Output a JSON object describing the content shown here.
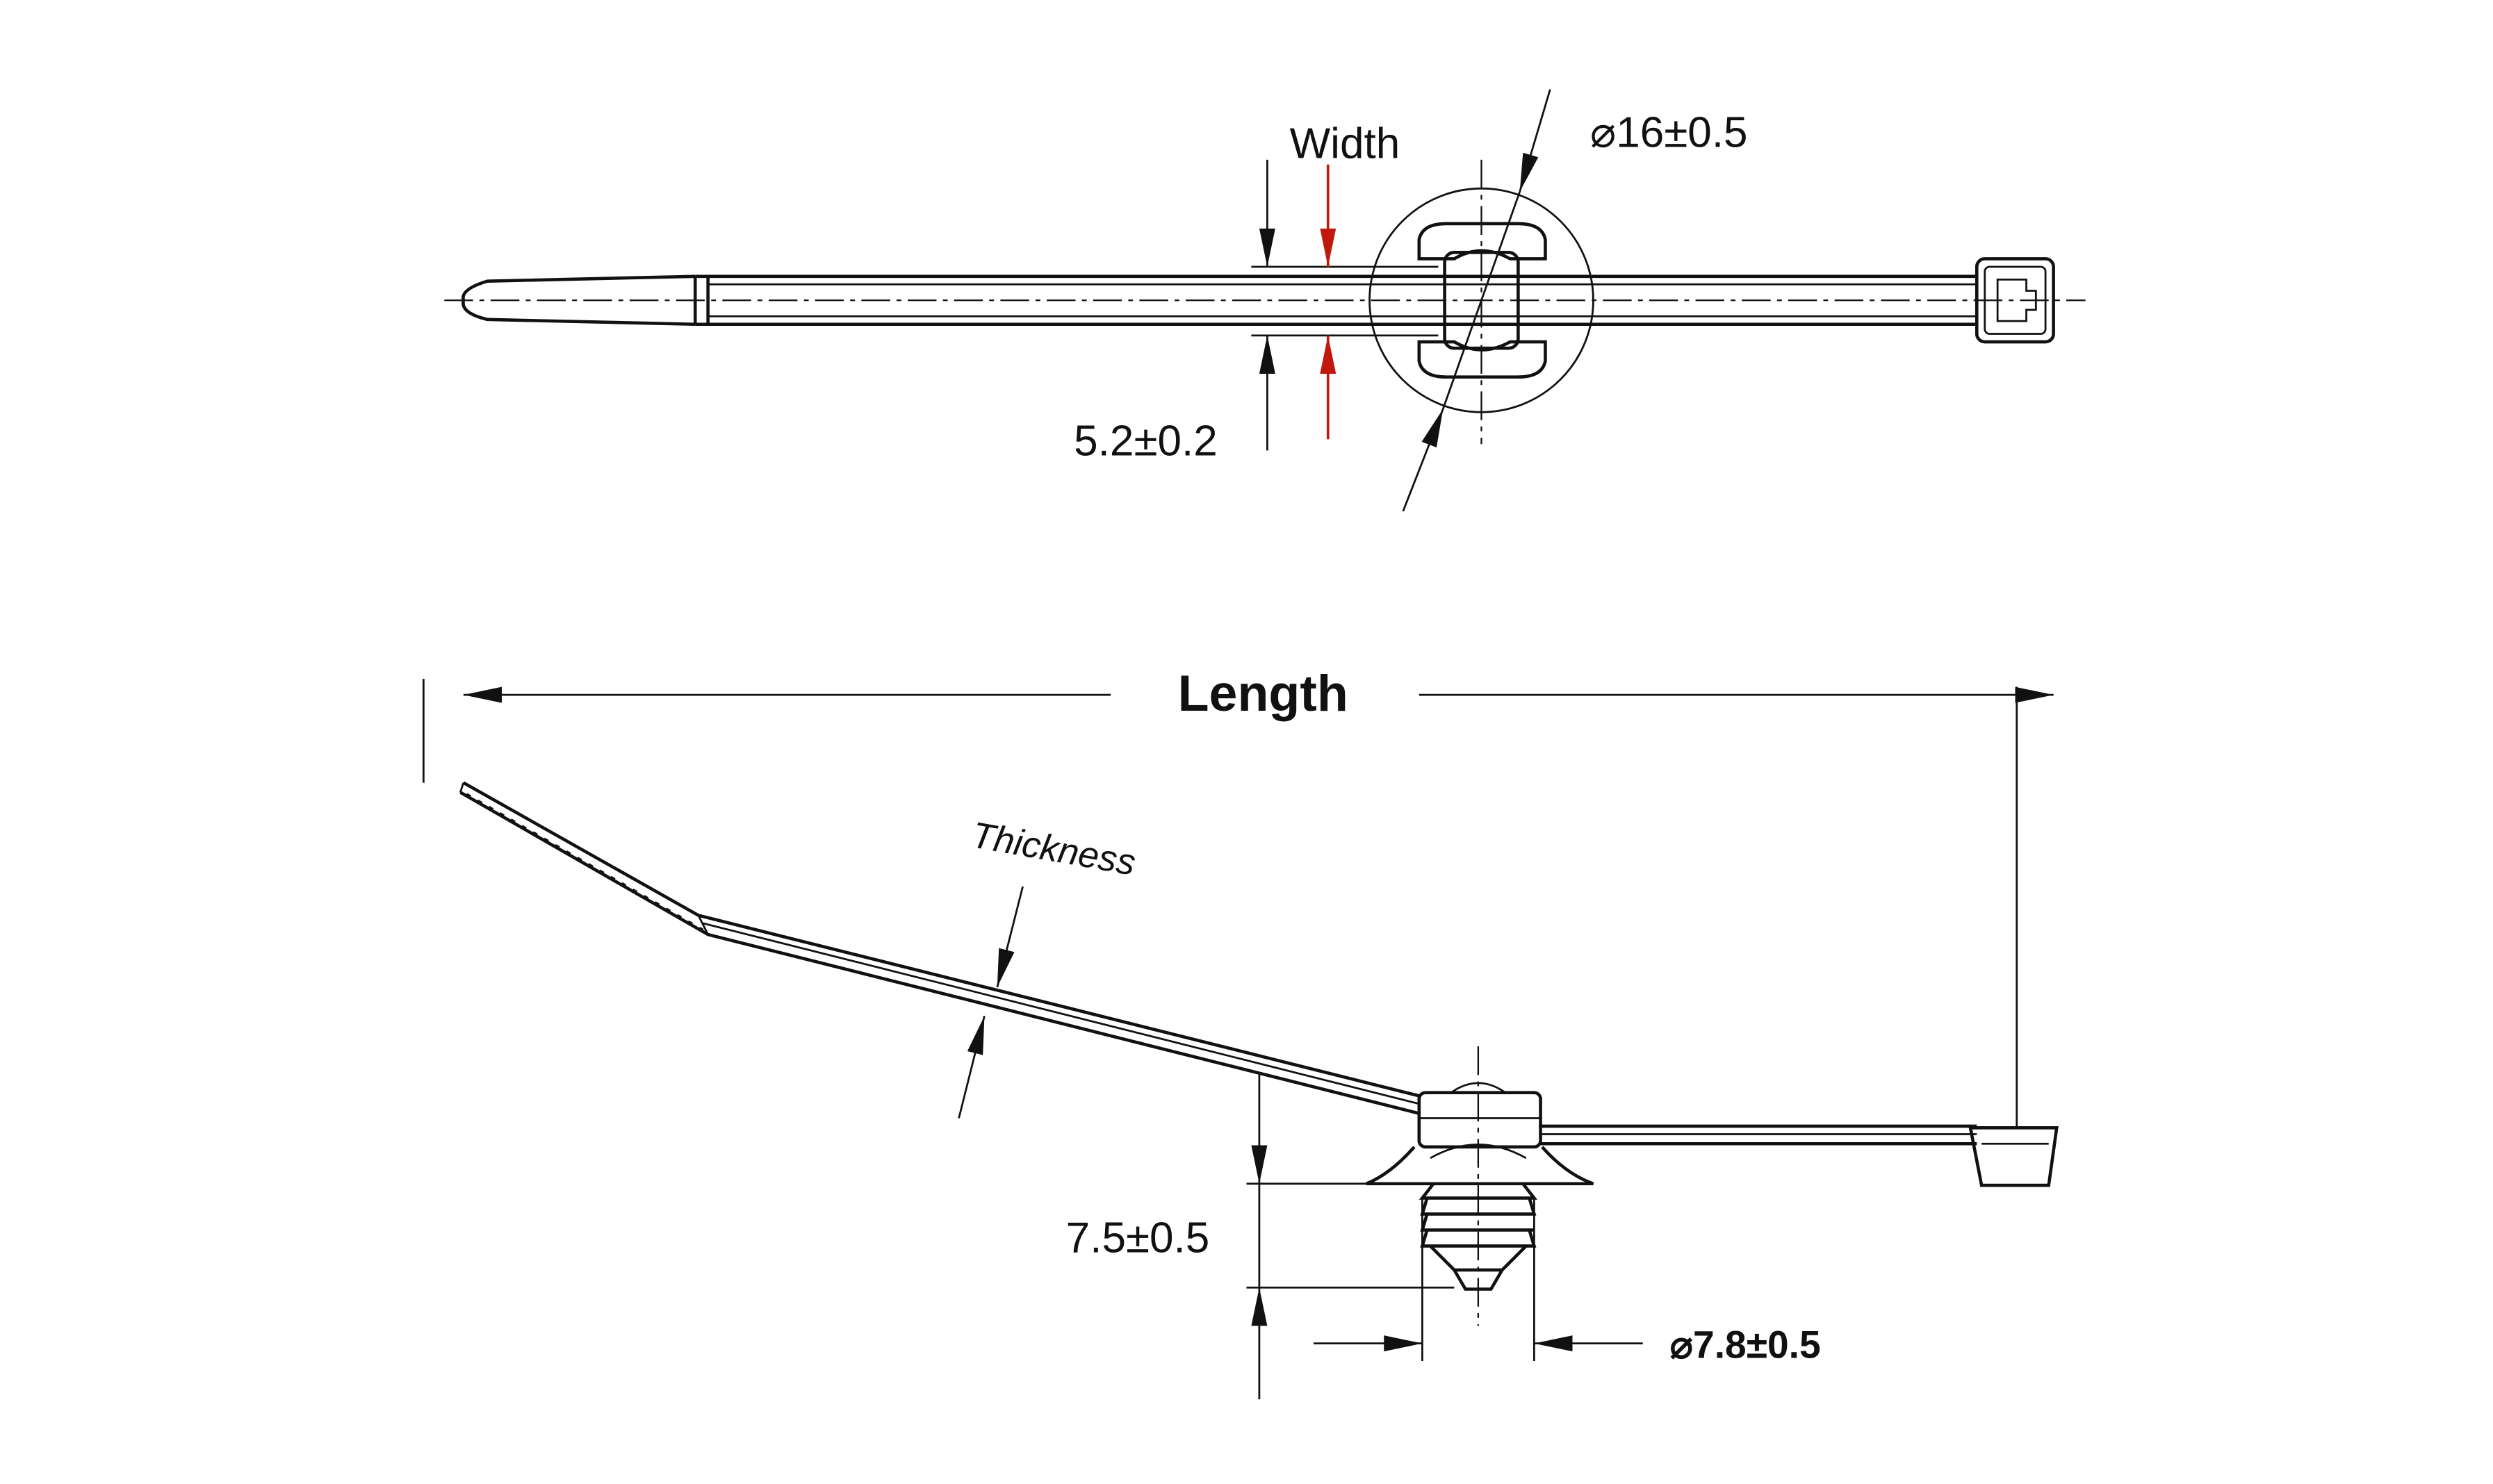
{
  "labels": {
    "width": "Width",
    "diameter_head": "⌀16±0.5",
    "strap_width": "5.2±0.2",
    "length": "Length",
    "thickness": "Thickness",
    "height": "7.5±0.5",
    "diameter_pin": "⌀7.8±0.5"
  },
  "colors": {
    "line": "#111111",
    "highlight": "#c0170f"
  }
}
